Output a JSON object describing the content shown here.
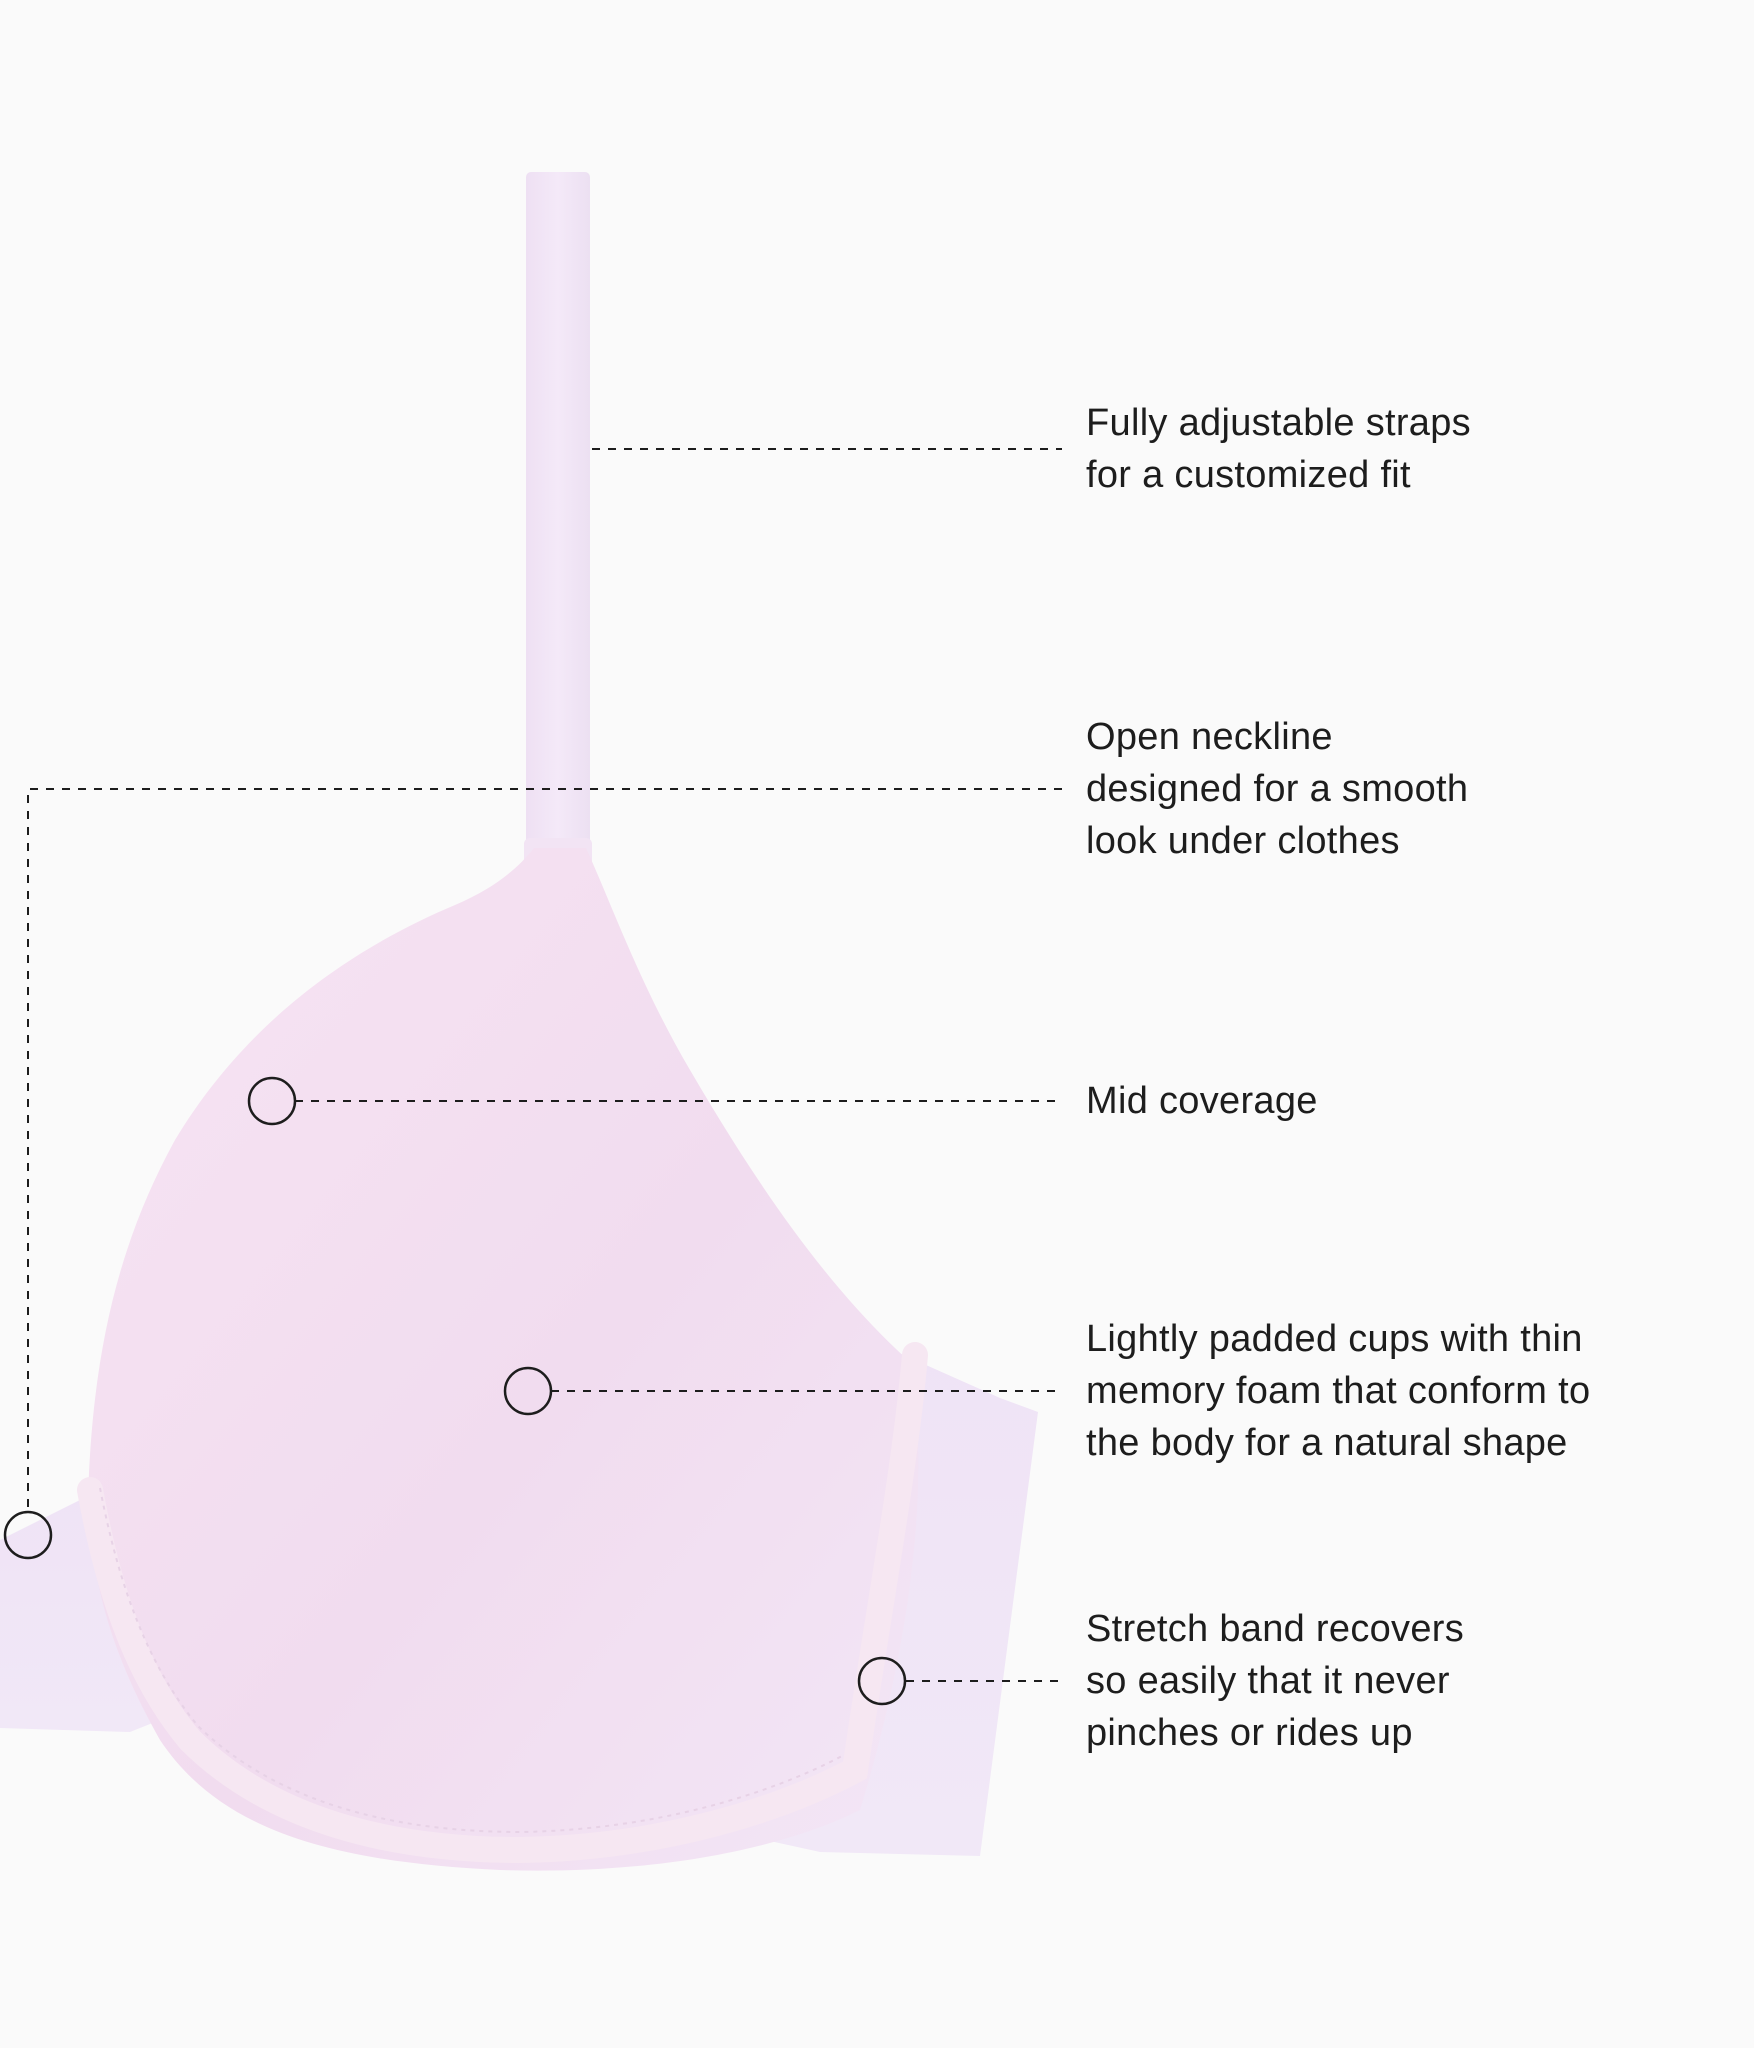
{
  "colors": {
    "background": "#fafafa",
    "garment_light": "#f3eaf8",
    "garment_mid": "#ecdff3",
    "cup_highlight": "#f6e2f2",
    "cup_shadow": "#efd4ec",
    "trim": "#f5e6f1",
    "callout_line": "#1d1d1d"
  },
  "callouts": [
    {
      "id": "straps",
      "lines": [
        "Fully adjustable straps",
        "for a customized fit"
      ]
    },
    {
      "id": "neckline",
      "lines": [
        "Open neckline",
        "designed for a smooth",
        "look under clothes"
      ]
    },
    {
      "id": "coverage",
      "lines": [
        "Mid coverage"
      ]
    },
    {
      "id": "cups",
      "lines": [
        "Lightly padded cups with thin",
        "memory foam that conform to",
        "the body for a natural shape"
      ]
    },
    {
      "id": "band",
      "lines": [
        "Stretch band recovers",
        "so easily that it never",
        "pinches or rides up"
      ]
    }
  ]
}
